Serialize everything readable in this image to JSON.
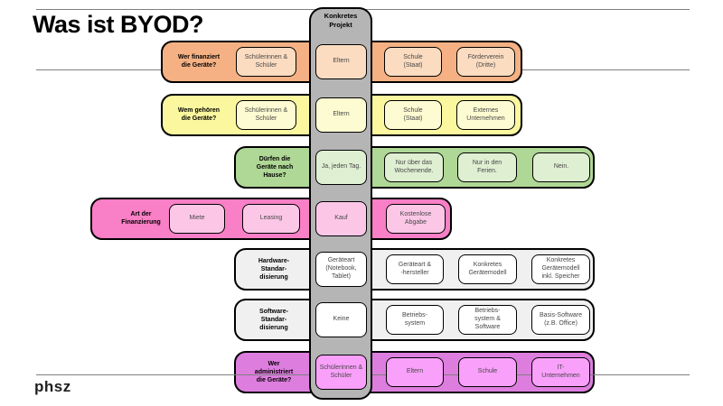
{
  "page": {
    "title": "Was ist BYOD?",
    "logo": "phsz",
    "background_color": "#ffffff",
    "line_color": "#7f7f7f"
  },
  "column": {
    "header": "Konkretes\nProjekt",
    "color": "#b5b5b5"
  },
  "rows": [
    {
      "label": "Wer finanziert\ndie Geräte?",
      "bar_color": "#f5b183",
      "box_color": "#fbdcc1",
      "boxes": [
        {
          "text": "Schülerinnen &\nSchüler"
        },
        {
          "text": "Eltern",
          "selected": true
        },
        {
          "text": "Schule\n(Staat)"
        },
        {
          "text": "Förderverein\n(Dritte)"
        }
      ]
    },
    {
      "label": "Wem gehören\ndie Geräte?",
      "bar_color": "#faf79e",
      "box_color": "#fdfbd1",
      "boxes": [
        {
          "text": "Schülerinnen &\nSchüler"
        },
        {
          "text": "Eltern",
          "selected": true
        },
        {
          "text": "Schule\n(Staat)"
        },
        {
          "text": "Externes\nUnternehmen"
        }
      ]
    },
    {
      "label": "Dürfen die\nGeräte nach\nHause?",
      "bar_color": "#afd795",
      "box_color": "#dfefd2",
      "boxes": [
        {
          "text": "Ja, jeden Tag.",
          "selected": true
        },
        {
          "text": "Nur über das\nWochenende."
        },
        {
          "text": "Nur in den\nFerien."
        },
        {
          "text": "Nein."
        }
      ]
    },
    {
      "label": "Art der\nFinanzierung",
      "bar_color": "#f97fc6",
      "box_color": "#fcc7e7",
      "boxes": [
        {
          "text": "Miete"
        },
        {
          "text": "Leasing"
        },
        {
          "text": "Kauf",
          "selected": true
        },
        {
          "text": "Kostenlose\nAbgabe"
        }
      ]
    },
    {
      "label": "Hardware-\nStandar-\ndisierung",
      "bar_color": "#f0f0f0",
      "box_color": "#ffffff",
      "boxes": [
        {
          "text": "Geräteart\n(Notebook,\nTablet)",
          "selected": true
        },
        {
          "text": "Geräteart &\n-hersteller"
        },
        {
          "text": "Konkretes\nGerätemodell"
        },
        {
          "text": "Konkretes\nGerätemodell\ninkl. Speicher"
        }
      ]
    },
    {
      "label": "Software-\nStandar-\ndisierung",
      "bar_color": "#f0f0f0",
      "box_color": "#ffffff",
      "boxes": [
        {
          "text": "Keine",
          "selected": true
        },
        {
          "text": "Betriebs-\nsystem"
        },
        {
          "text": "Betriebs-\nsystem &\nSoftware"
        },
        {
          "text": "Basis-Software\n(z.B. Office)"
        }
      ]
    },
    {
      "label": "Wer\nadministriert\ndie Geräte?",
      "bar_color": "#dd7edf",
      "box_color": "#f9a0fa",
      "boxes": [
        {
          "text": "Schülerinnen &\nSchüler",
          "selected": true
        },
        {
          "text": "Eltern"
        },
        {
          "text": "Schule"
        },
        {
          "text": "IT-\nUnternehmen"
        }
      ]
    }
  ]
}
